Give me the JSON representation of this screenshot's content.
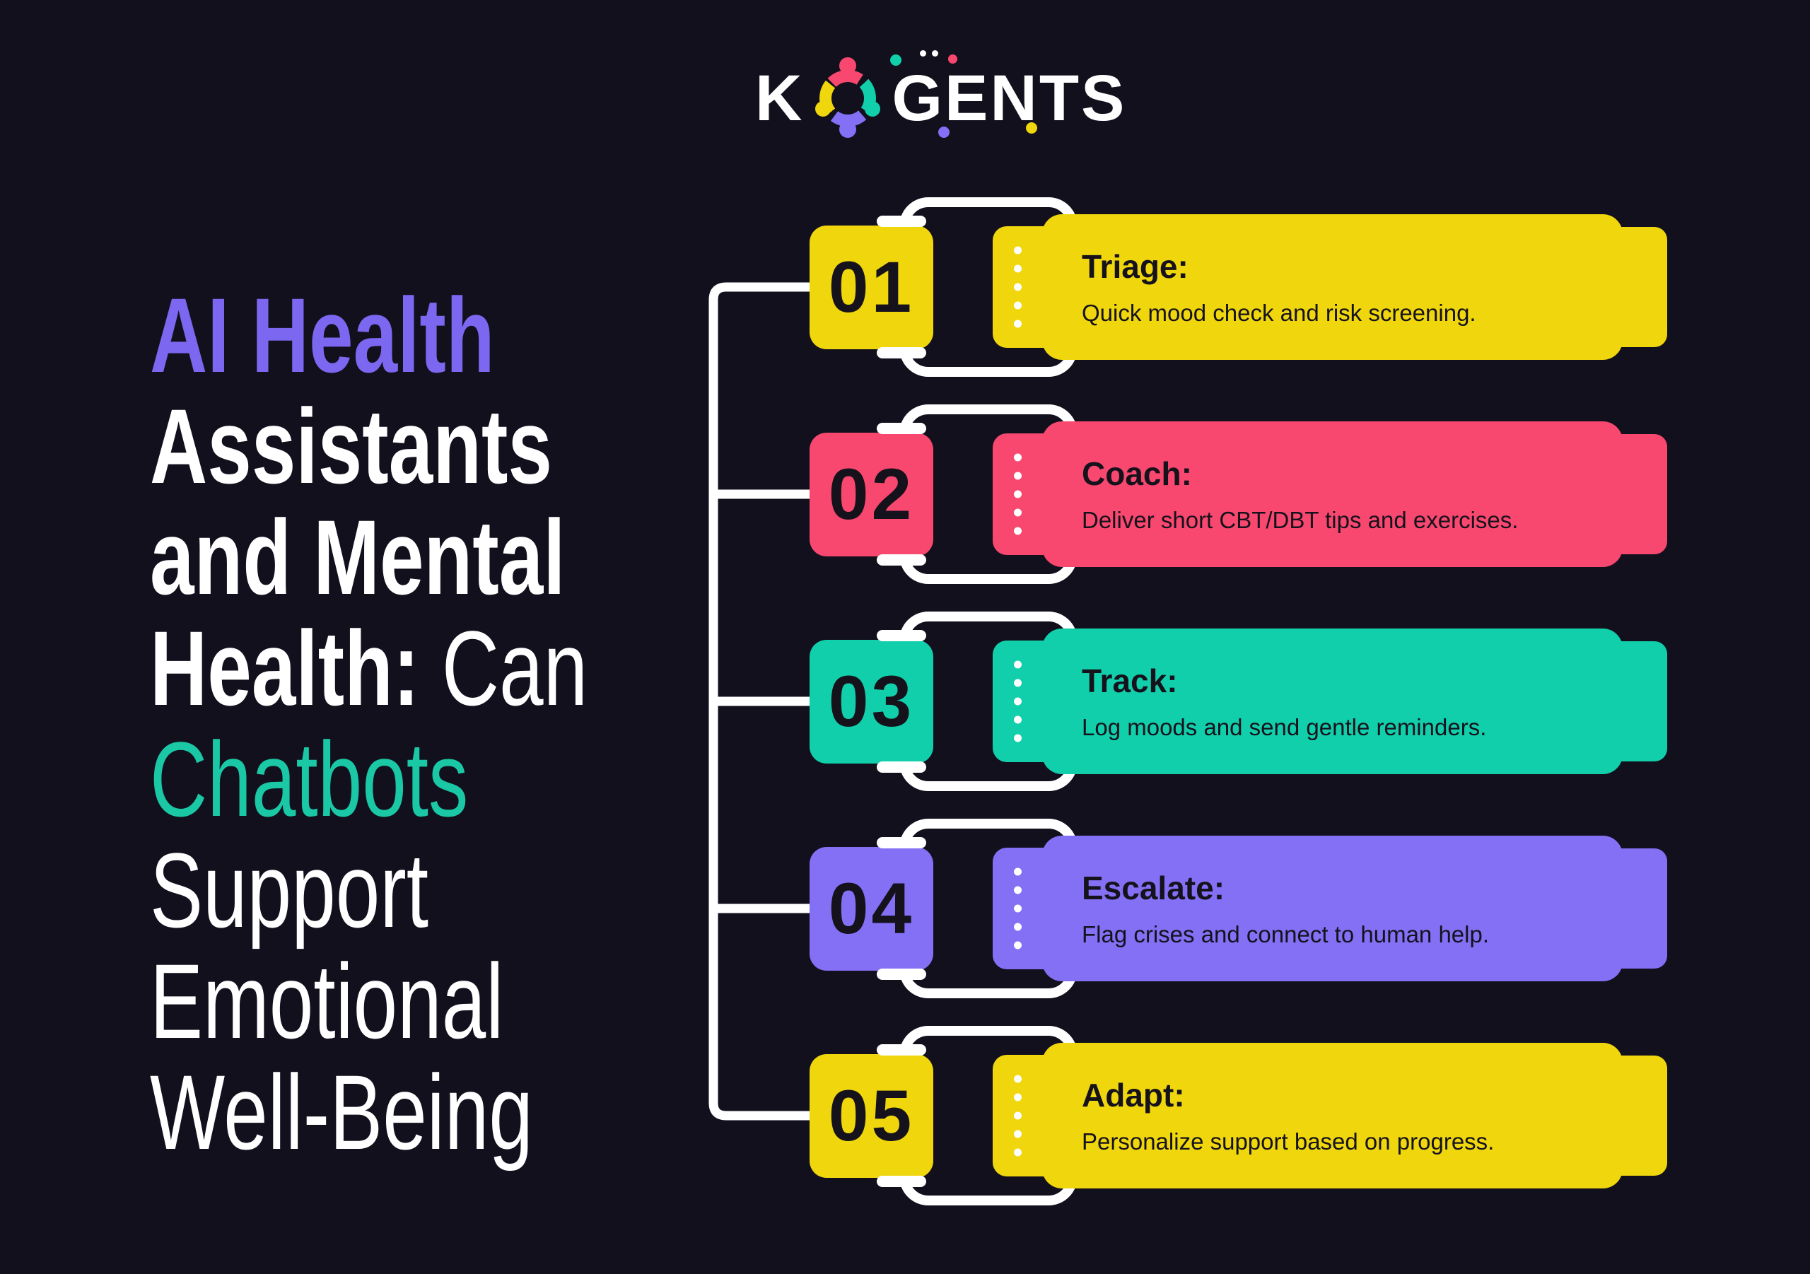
{
  "logo": {
    "prefix": "K",
    "suffix": "GENTS",
    "mark_colors": {
      "top_person": "#F8486F",
      "right_person": "#12CFAB",
      "bottom_person": "#8370F5",
      "left_person": "#EFD60D"
    },
    "decor_dot_colors": [
      "#12CFAB",
      "#FFFFFF",
      "#FFFFFF",
      "#F8486F",
      "#8370F5",
      "#EFD60D"
    ]
  },
  "heading": {
    "line1": "AI Health",
    "line2": "Assistants",
    "line3": "and Mental",
    "line4_bold": "Health:",
    "line4_light": "Can",
    "line5": "Chatbots",
    "line6": "Support",
    "line7": "Emotional",
    "line8": "Well-Being",
    "accent_purple": "#7C67F0",
    "accent_teal": "#1AC8A5"
  },
  "steps": [
    {
      "number": "01",
      "color": "#EFD60D",
      "title": "Triage:",
      "description": "Quick mood check and risk screening."
    },
    {
      "number": "02",
      "color": "#F8486F",
      "title": "Coach:",
      "description": "Deliver short CBT/DBT tips and exercises."
    },
    {
      "number": "03",
      "color": "#12CFAB",
      "title": "Track:",
      "description": "Log moods and send gentle reminders."
    },
    {
      "number": "04",
      "color": "#8370F5",
      "title": "Escalate:",
      "description": "Flag crises and connect to human help."
    },
    {
      "number": "05",
      "color": "#EFD60D",
      "title": "Adapt:",
      "description": "Personalize support based on progress."
    }
  ],
  "colors": {
    "background": "#13101E",
    "connector": "#FFFFFF",
    "dark_text": "#15121C"
  }
}
